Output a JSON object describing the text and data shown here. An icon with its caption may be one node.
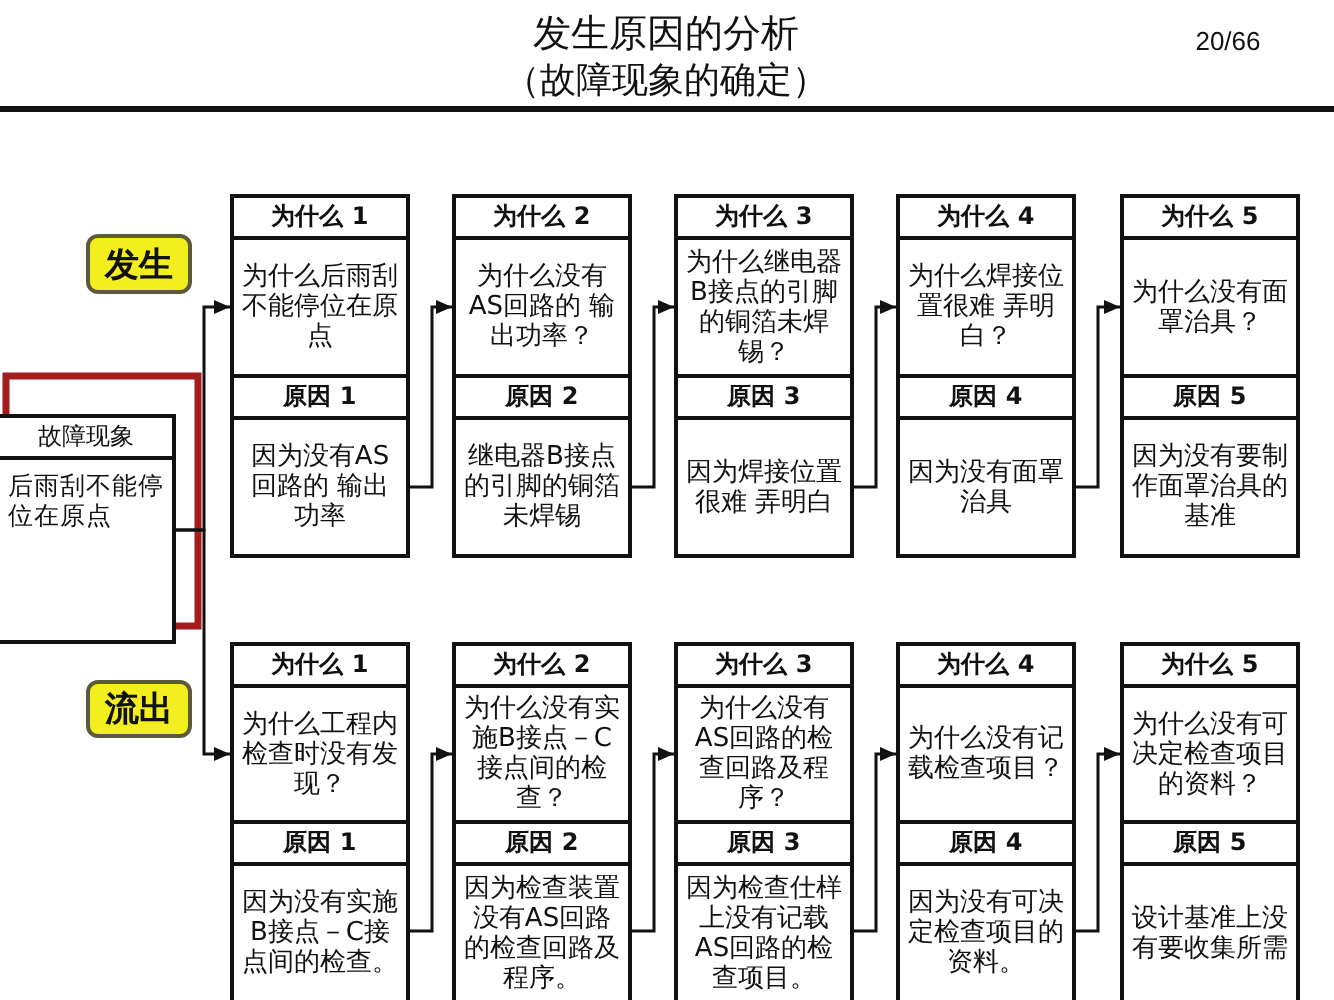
{
  "diagram": {
    "title": "发生原因的分析",
    "nodes": [
      {
        "text": [
          "故障现象",
          "后雨刮不能停位在原点"
        ]
      },
      {
        "text": [
          "发生"
        ]
      },
      {
        "text": [
          "为什么 1",
          "为什么后雨刮不能停位在原点"
        ]
      },
      {
        "text": [
          "原因 1",
          "因为没有AS回路的 输出功率"
        ]
      },
      {
        "text": [
          "为什么 2",
          "为什么没有AS回路的 输出功率？"
        ]
      },
      {
        "text": [
          "原因 2",
          "继电器B接点的引脚的铜箔未焊锡"
        ]
      },
      {
        "text": [
          "为什么 3",
          "为什么继电器B接点的引脚的铜箔未焊锡？"
        ]
      },
      {
        "text": [
          "原因 3",
          "因为焊接位置很难 弄明白"
        ]
      },
      {
        "text": [
          "为什么 4",
          "为什么焊接位置很难 弄明白？"
        ]
      },
      {
        "text": [
          "原因 4",
          "因为没有面罩治具"
        ]
      },
      {
        "text": [
          "为什么 5",
          "为什么没有面罩治具？"
        ]
      },
      {
        "text": [
          "原因 5",
          "因为没有要制作面罩治具的基准"
        ]
      },
      {
        "text": [
          "流出"
        ]
      },
      {
        "text": [
          "为什么 1",
          "为什么工程内检查时没有发现？"
        ]
      },
      {
        "text": [
          "原因 1",
          "因为没有实施B接点－C接点间的检查。"
        ]
      },
      {
        "text": [
          "为什么 2",
          "为什么没有实施B接点－C接点间的检查？"
        ]
      },
      {
        "text": [
          "原因 2",
          "因为检查装置没有AS回路的检查回路及程序。"
        ]
      },
      {
        "text": [
          "为什么 3",
          "为什么没有AS回路的检查回路及程序？"
        ]
      },
      {
        "text": [
          "原因 3",
          "因为检查仕样上没有记载AS回路的检查项目。"
        ]
      },
      {
        "text": [
          "为什么 4",
          "为什么没有记载检查项目？"
        ]
      },
      {
        "text": [
          "原因 4",
          "因为没有可决定检查项目的资料。"
        ]
      },
      {
        "text": [
          "为什么 5",
          "为什么没有可决定检查项目的资料？"
        ]
      },
      {
        "text": [
          "原因 5",
          "设计基准上没有要收集所需"
        ]
      }
    ],
    "edges": [
      {
        "from": 0,
        "to": 2,
        "arrow": "to"
      },
      {
        "from": 0,
        "to": 13,
        "arrow": "to"
      },
      {
        "from": 3,
        "to": 4,
        "arrow": "to"
      },
      {
        "from": 5,
        "to": 6,
        "arrow": "to"
      },
      {
        "from": 7,
        "to": 8,
        "arrow": "to"
      },
      {
        "from": 9,
        "to": 10,
        "arrow": "to"
      },
      {
        "from": 14,
        "to": 15,
        "arrow": "to"
      },
      {
        "from": 16,
        "to": 17,
        "arrow": "to"
      },
      {
        "from": 18,
        "to": 19,
        "arrow": "to"
      },
      {
        "from": 20,
        "to": 21,
        "arrow": "to"
      }
    ],
    "labels": [
      "（故障现象的确定）",
      "20/66"
    ]
  }
}
